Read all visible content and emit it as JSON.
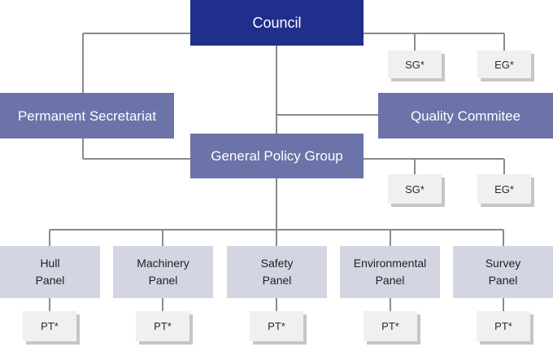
{
  "council": "Council",
  "permanent_secretariat": "Permanent Secretariat",
  "quality_committee": "Quality Commitee",
  "general_policy_group": "General Policy Group",
  "council_subgroups": [
    "SG*",
    "EG*"
  ],
  "gpg_subgroups": [
    "SG*",
    "EG*"
  ],
  "panels": [
    {
      "label": "Hull\nPanel",
      "team": "PT*"
    },
    {
      "label": "Machinery\nPanel",
      "team": "PT*"
    },
    {
      "label": "Safety\nPanel",
      "team": "PT*"
    },
    {
      "label": "Environmental\nPanel",
      "team": "PT*"
    },
    {
      "label": "Survey\nPanel",
      "team": "PT*"
    }
  ],
  "colors": {
    "council_fill": "#1f2f8b",
    "group_fill": "#6b73a8",
    "panel_fill": "#d4d5e2",
    "subgroup_fill": "#f0f0f0",
    "connector": "#8a8a8a"
  }
}
